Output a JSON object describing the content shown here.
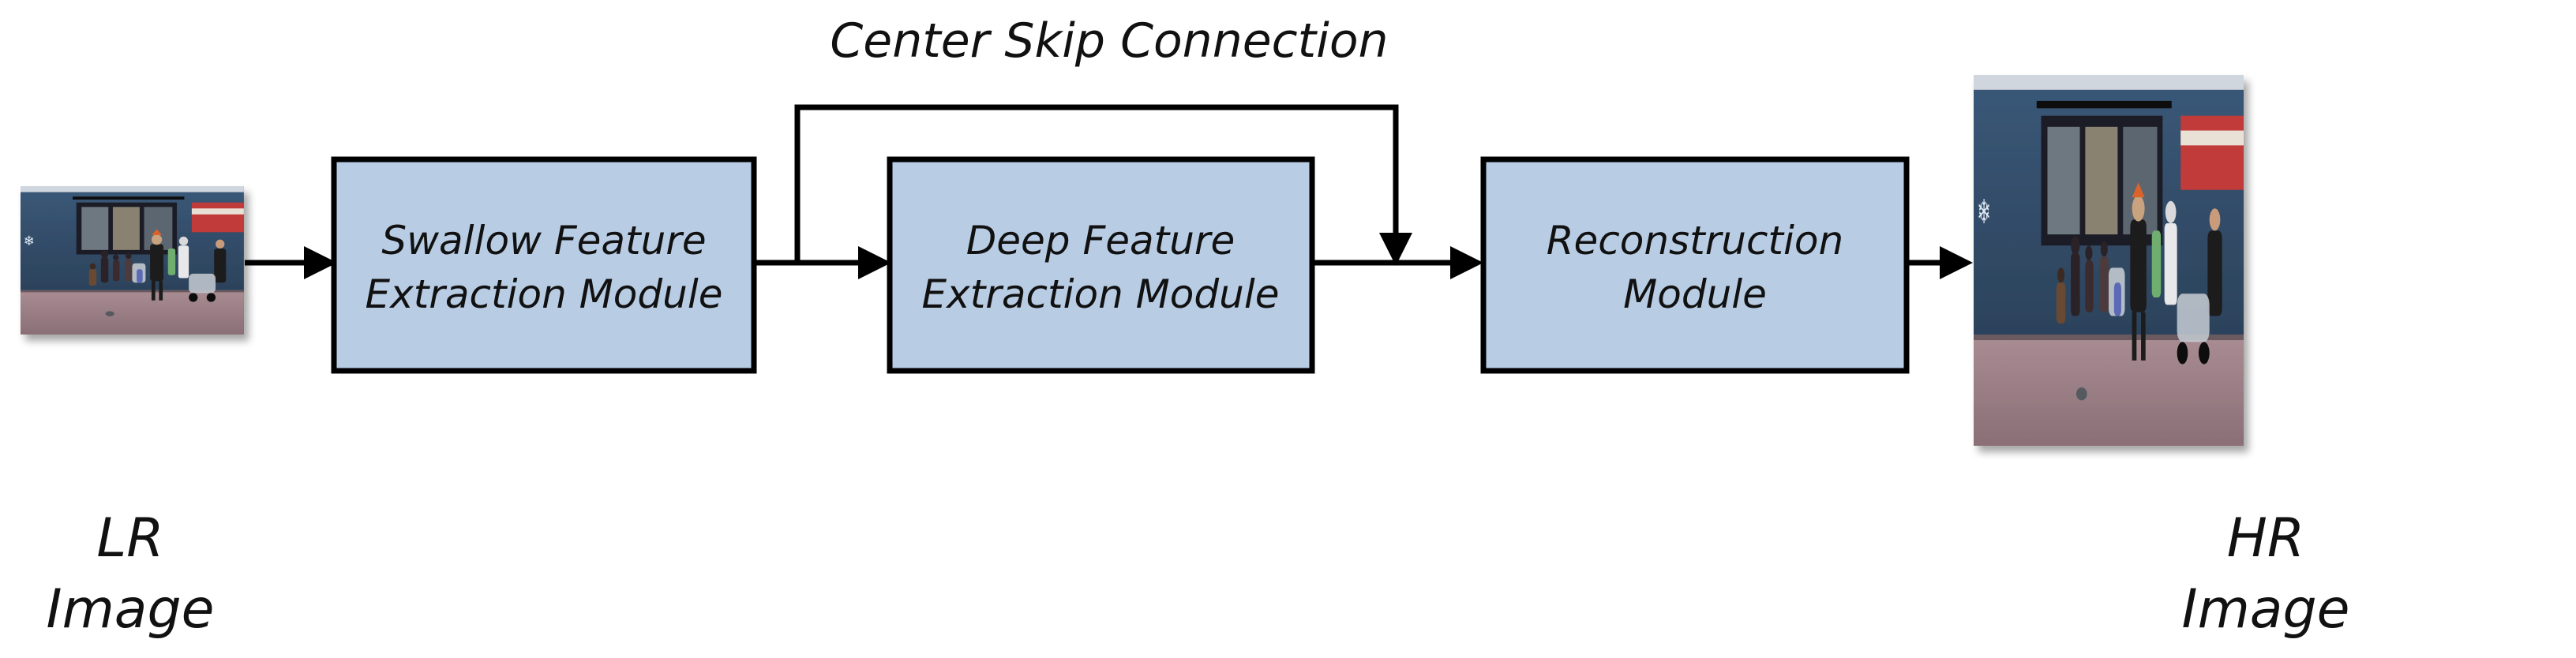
{
  "skip_connection": {
    "label": "Center Skip Connection"
  },
  "modules": [
    {
      "line1": "Swallow Feature",
      "line2": "Extraction Module"
    },
    {
      "line1": "Deep Feature",
      "line2": "Extraction Module"
    },
    {
      "line1": "Reconstruction",
      "line2": "Module"
    }
  ],
  "inputs": {
    "lr": {
      "line1": "LR",
      "line2": "Image"
    },
    "hr": {
      "line1": "HR",
      "line2": "Image"
    }
  },
  "colors": {
    "module_fill": "#b8cce4",
    "stroke": "#000000",
    "scene_wall": "#2f4a66",
    "scene_ground": "#9a7f86",
    "scene_window": "#1b1f26"
  }
}
